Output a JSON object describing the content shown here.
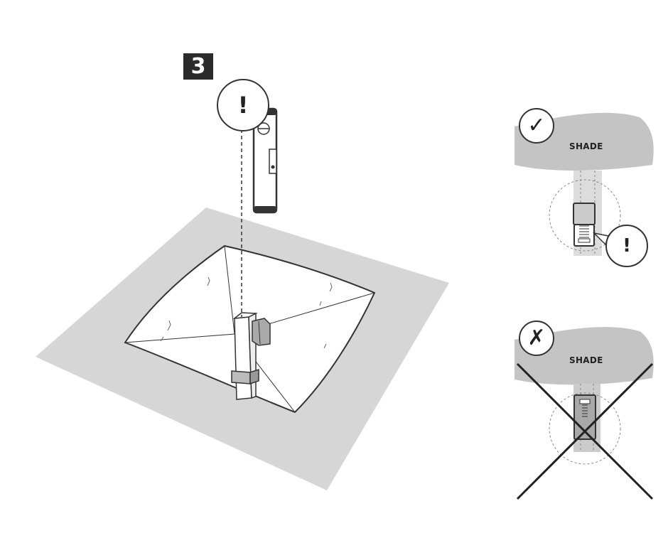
{
  "step": {
    "number": "3"
  },
  "callouts": {
    "main_symbol": "!",
    "detail_symbol": "!"
  },
  "shade": {
    "top_label": "SHADE",
    "bottom_label": "SHADE"
  },
  "marks": {
    "correct_symbol": "✓",
    "incorrect_symbol": "✗"
  },
  "colors": {
    "ground": "#d6d6d6",
    "shade": "#c4c4c4",
    "line": "#333333",
    "pole": "#ffffff"
  },
  "icons": {
    "correct": "check-icon",
    "incorrect": "cross-icon",
    "caution": "exclamation-icon",
    "tool": "spirit-level-icon"
  }
}
